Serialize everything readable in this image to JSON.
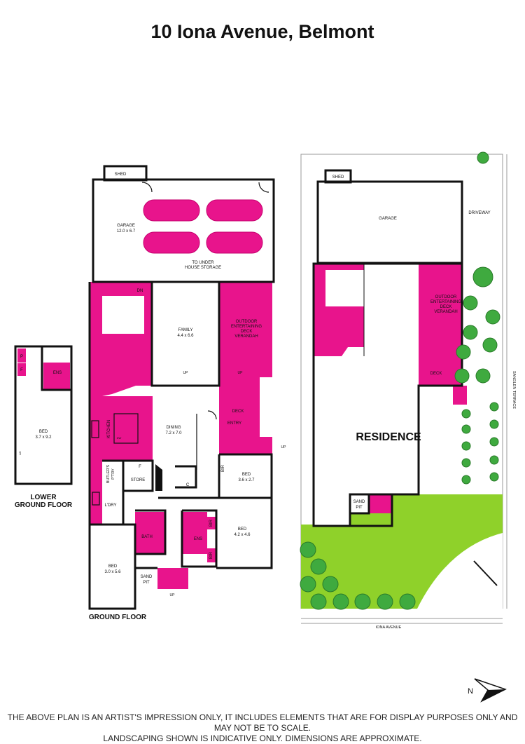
{
  "title": "10 Iona Avenue, Belmont",
  "colors": {
    "deck": "#e8148c",
    "lawn": "#8fd12a",
    "tree": "#3faa3f",
    "wall": "#111111",
    "background": "#ffffff"
  },
  "ground_floor": {
    "heading": "GROUND FLOOR",
    "rooms": {
      "shed": "SHED",
      "garage": "GARAGE",
      "garage_size": "12.0 x 6.7",
      "under_house_1": "TO UNDER",
      "under_house_2": "HOUSE STORAGE",
      "dn": "DN",
      "family": "FAMILY",
      "family_size": "4.4 x 6.6",
      "outdoor_1": "OUTDOOR",
      "outdoor_2": "ENTERTAINING",
      "outdoor_3": "DECK",
      "outdoor_4": "VERANDAH",
      "up_family": "UP",
      "up_deck": "UP",
      "kitchen": "KITCHEN",
      "dw": "DW",
      "dining": "DINING",
      "dining_size": "7.2 x 7.0",
      "entry": "ENTRY",
      "deck": "DECK",
      "up_side": "UP",
      "butlers_1": "BUTLER'S",
      "butlers_2": "P'TRY",
      "fridge": "F",
      "store": "STORE",
      "cupboard": "C",
      "bir1": "BIR",
      "bed1": "BED",
      "bed1_size": "3.6 x 2.7",
      "laundry": "L'DRY",
      "bath": "BATH",
      "ens": "ENS",
      "bir2": "BIR",
      "bir3": "BIR",
      "bed2": "BED",
      "bed2_size": "4.2 x 4.6",
      "bed3": "BED",
      "bed3_size": "3.0 x 5.6",
      "sandpit_1": "SAND",
      "sandpit_2": "PIT",
      "up_bottom": "UP"
    }
  },
  "lower_ground_floor": {
    "heading_1": "LOWER",
    "heading_2": "GROUND FLOOR",
    "rooms": {
      "p": "P",
      "f": "F",
      "ens": "ENS",
      "bed": "BED",
      "bed_size": "3.7 x 9.2",
      "ac": "AC"
    }
  },
  "site_plan": {
    "shed": "SHED",
    "garage": "GARAGE",
    "driveway": "DRIVEWAY",
    "outdoor_1": "OUTDOOR",
    "outdoor_2": "ENTERTAINING",
    "outdoor_3": "DECK",
    "outdoor_4": "VERANDAH",
    "deck": "DECK",
    "residence": "RESIDENCE",
    "sandpit_1": "SAND",
    "sandpit_2": "PIT",
    "street_side": "SANGLEN TERRACE",
    "street_front": "IONA AVENUE"
  },
  "compass": {
    "label": "N"
  },
  "disclaimer_1": "THE ABOVE PLAN IS AN ARTIST'S IMPRESSION ONLY, IT INCLUDES ELEMENTS THAT ARE FOR DISPLAY PURPOSES ONLY AND MAY NOT BE TO SCALE.",
  "disclaimer_2": "LANDSCAPING SHOWN IS INDICATIVE ONLY. DIMENSIONS ARE APPROXIMATE."
}
